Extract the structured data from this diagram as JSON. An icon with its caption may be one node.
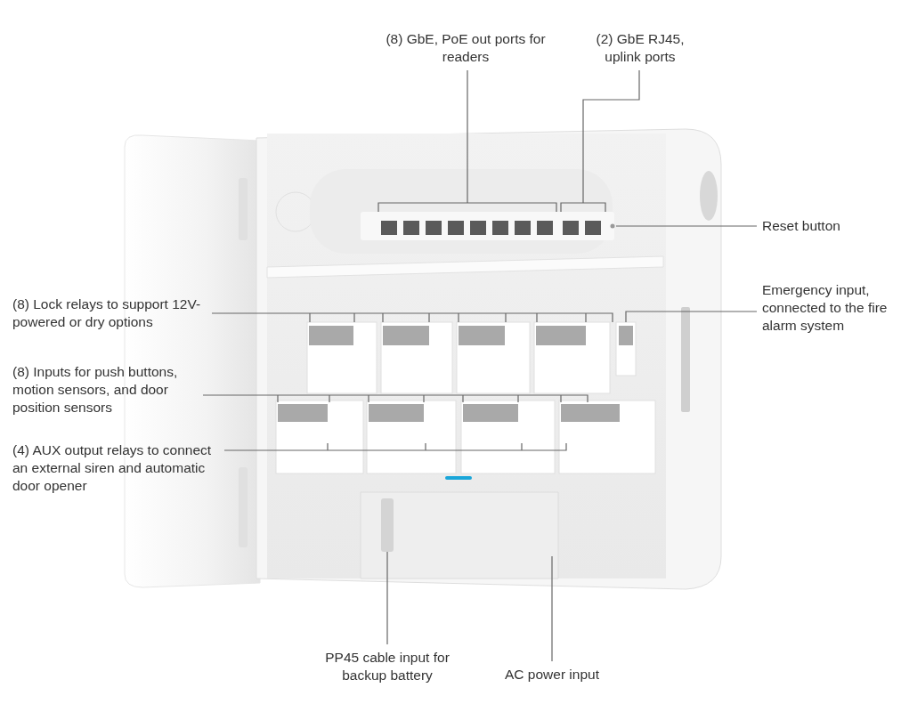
{
  "diagram": {
    "nodes": [
      {
        "text": [
          "(8) GbE, PoE out ports for readers"
        ]
      },
      {
        "text": [
          "(2) GbE RJ45, uplink ports"
        ]
      },
      {
        "text": [
          "Reset button"
        ]
      },
      {
        "text": [
          "(8) Lock relays to support 12V-powered or dry options"
        ]
      },
      {
        "text": [
          "Emergency input, connected to the fire alarm system"
        ]
      },
      {
        "text": [
          "(8) Inputs for push buttons, motion sensors, and door position sensors"
        ]
      },
      {
        "text": [
          "(4) AUX output relays to connect an external siren and automatic door opener"
        ]
      },
      {
        "text": [
          "PP45 cable input for backup battery"
        ]
      },
      {
        "text": [
          "AC power input"
        ]
      }
    ],
    "edges": [
      {
        "from": 0,
        "to": null,
        "arrow": "none"
      },
      {
        "from": 1,
        "to": null,
        "arrow": "none"
      },
      {
        "from": 2,
        "to": null,
        "arrow": "none"
      },
      {
        "from": 3,
        "to": null,
        "arrow": "none"
      },
      {
        "from": 4,
        "to": null,
        "arrow": "none"
      },
      {
        "from": 5,
        "to": null,
        "arrow": "none"
      },
      {
        "from": 6,
        "to": null,
        "arrow": "none"
      },
      {
        "from": 7,
        "to": null,
        "arrow": "none"
      },
      {
        "from": 8,
        "to": null,
        "arrow": "none"
      }
    ]
  }
}
